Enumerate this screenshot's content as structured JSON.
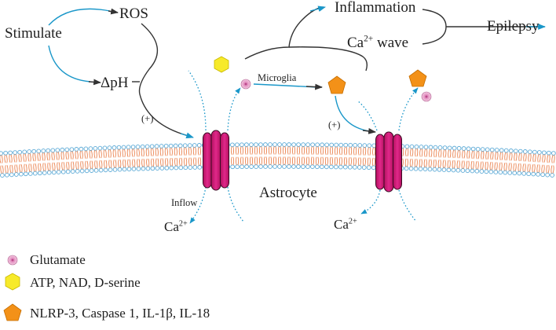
{
  "labels": {
    "stimulate": "Stimulate",
    "ros": "ROS",
    "dph": "ΔpH",
    "inflammation": "Inflammation",
    "ca_wave_base": "Ca",
    "ca_wave_sup": "2+",
    "ca_wave_suffix": " wave",
    "epilepsy": "Epilepsy",
    "microglia": "Microglia",
    "plus_left": "(+)",
    "plus_right": "(+)",
    "astrocyte": "Astrocyte",
    "inflow": "Inflow",
    "ca_left_base": "Ca",
    "ca_left_sup": "2+",
    "ca_right_base": "Ca",
    "ca_right_sup": "2+"
  },
  "legend": {
    "items": [
      {
        "label": "Glutamate",
        "shape": "glutamate-circle"
      },
      {
        "label": "ATP, NAD, D-serine",
        "shape": "hexagon"
      },
      {
        "label": "NLRP-3, Caspase 1, IL-1β, IL-18",
        "shape": "pentagon"
      }
    ]
  },
  "colors": {
    "arrow_teal": "#1a97c9",
    "arrow_dark": "#333333",
    "channel_magenta": "#d4177a",
    "membrane_head_blue": "#5aa9d6",
    "membrane_tail_orange": "#e8743b",
    "hexagon_yellow": "#f7ea2a",
    "pentagon_orange": "#f39118",
    "glutamate_pink": "#d980b6"
  }
}
